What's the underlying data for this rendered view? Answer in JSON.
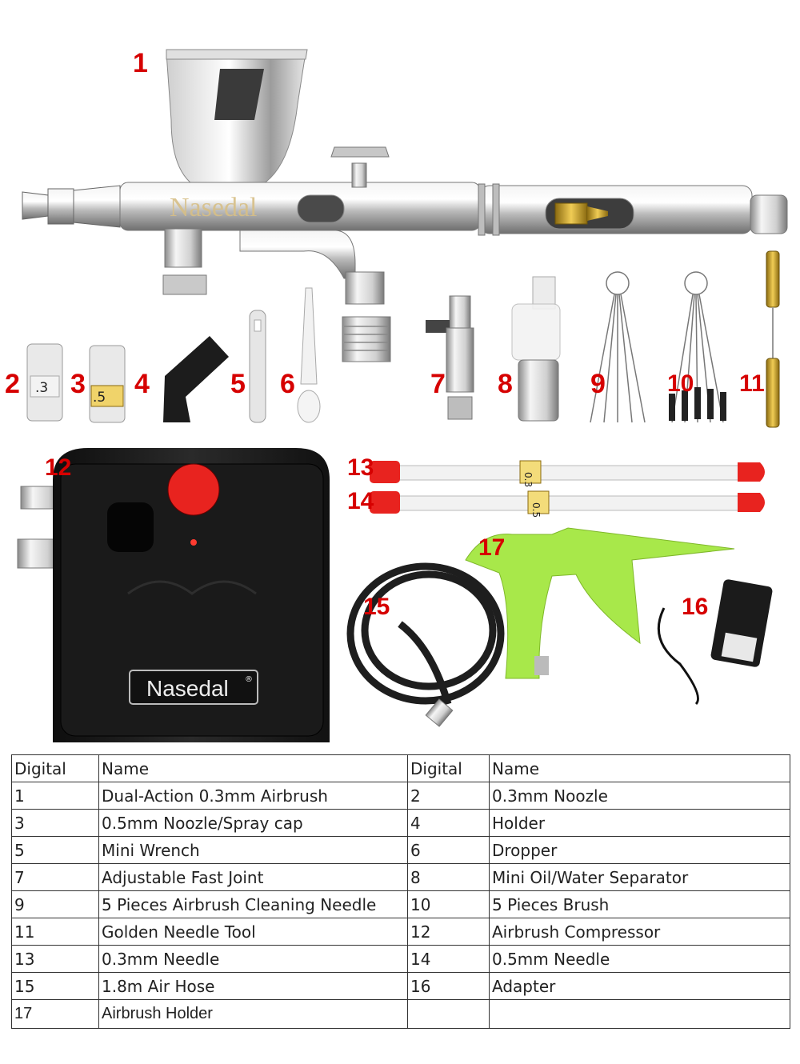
{
  "brand": {
    "airbrush_watermark": "Nasedal",
    "compressor_label": "Nasedal",
    "compressor_mark": "®"
  },
  "callouts": [
    "1",
    "2",
    "3",
    "4",
    "5",
    "6",
    "7",
    "8",
    "9",
    "10",
    "11",
    "12",
    "13",
    "14",
    "15",
    "16",
    "17"
  ],
  "needle_labels": [
    "0.3",
    "0.5"
  ],
  "nozzle_labels": [
    ".3",
    ".5"
  ],
  "table": {
    "headers": [
      "Digital",
      "Name",
      "Digital",
      "Name"
    ],
    "rows": [
      [
        "1",
        "Dual-Action 0.3mm Airbrush",
        "2",
        "0.3mm Noozle"
      ],
      [
        "3",
        "0.5mm Noozle/Spray cap",
        "4",
        "Holder"
      ],
      [
        "5",
        "Mini Wrench",
        "6",
        "Dropper"
      ],
      [
        "7",
        "Adjustable Fast Joint",
        "8",
        "Mini Oil/Water Separator"
      ],
      [
        "9",
        "5 Pieces Airbrush Cleaning Needle",
        "10",
        "5 Pieces Brush"
      ],
      [
        "11",
        "Golden Needle Tool",
        "12",
        "Airbrush Compressor"
      ],
      [
        "13",
        "0.3mm Needle",
        "14",
        "0.5mm Needle"
      ],
      [
        "15",
        "1.8m Air Hose",
        "16",
        "Adapter"
      ],
      [
        "17",
        "Airbrush Holder",
        "",
        ""
      ]
    ]
  },
  "colors": {
    "callout": "#d60000",
    "needle_cap": "#e8231f",
    "holder_green": "#a8e84a",
    "compressor_black": "#1b1b1b",
    "chrome": "#d9d9d9",
    "brass": "#c9a227"
  }
}
